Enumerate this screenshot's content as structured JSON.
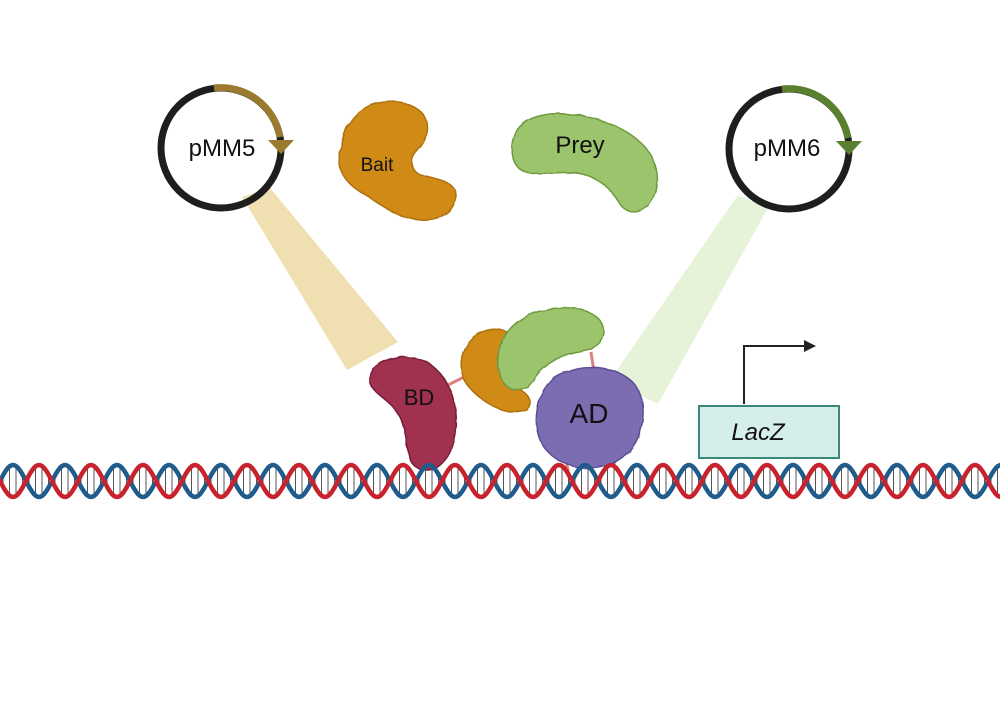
{
  "plasmids": {
    "left": {
      "label": "pMM5",
      "arrow_color": "#9a7a2e"
    },
    "right": {
      "label": "pMM6",
      "arrow_color": "#5a7f2f"
    }
  },
  "proteins": {
    "bait": {
      "label": "Bait",
      "color": "#d08a16",
      "outline": "#b06f08"
    },
    "prey": {
      "label": "Prey",
      "color": "#9cc46d",
      "outline": "#6f9a3e"
    },
    "bd": {
      "label": "BD",
      "color": "#a0324f",
      "outline": "#7a1e38"
    },
    "ad": {
      "label": "AD",
      "color": "#7b6db3",
      "outline": "#5b4e94"
    }
  },
  "reporter": {
    "label": "LacZ",
    "fill": "#d6eeea",
    "stroke": "#3a8a7a"
  },
  "beams": {
    "left_color": "#f0dfb0",
    "right_color": "#e6f3d8"
  },
  "dna": {
    "strand_red": "#c8232c",
    "strand_blue": "#1f5c8c"
  }
}
